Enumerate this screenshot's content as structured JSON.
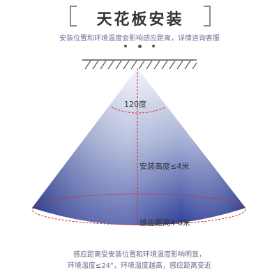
{
  "header": {
    "title": "天花板安装",
    "subtitle": "安装位置和环境温度会影响感应距离，详情咨询客服"
  },
  "diagram": {
    "angle_label": "120度",
    "height_label": "安装高度≤4米",
    "range_label": "感应距离4-8米",
    "colors": {
      "cone_top": "#e8ecf6",
      "cone_bottom": "#2b3f9a",
      "dashed_line": "#d22a2a",
      "ceiling": "#555555"
    }
  },
  "footer": {
    "note_line1": "感应距离受安装位置和环境温度影响明显，",
    "note_line2": "环境温度≤24°，环境温度越高，感应距离变近"
  }
}
